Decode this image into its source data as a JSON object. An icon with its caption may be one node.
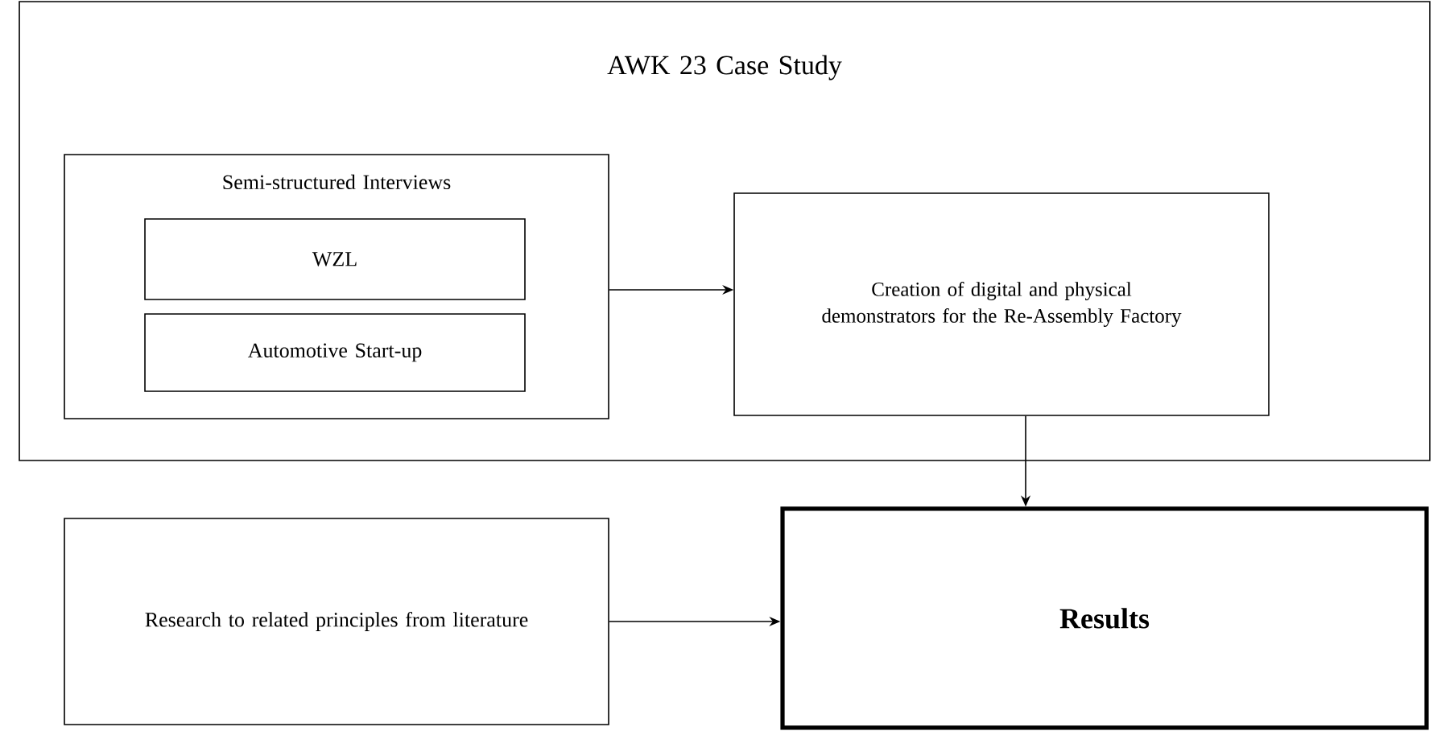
{
  "diagram": {
    "nodes": [
      {
        "text": [
          "AWK 23 Case Study"
        ]
      },
      {
        "text": [
          "Semi-structured Interviews"
        ],
        "in": 0
      },
      {
        "text": [
          "WZL"
        ],
        "in": 1
      },
      {
        "text": [
          "Automotive Start-up"
        ],
        "in": 1
      },
      {
        "text": [
          "Creation of digital and physical demonstrators for the Re-Assembly Factory"
        ],
        "in": 0
      },
      {
        "text": [
          "Research to related principles from literature"
        ]
      },
      {
        "text": [
          "Results"
        ]
      }
    ],
    "edges": [
      {
        "from": 1,
        "to": 4,
        "arrow": "to"
      },
      {
        "from": 4,
        "to": 6,
        "arrow": "to"
      },
      {
        "from": 5,
        "to": 6,
        "arrow": "to"
      }
    ]
  }
}
